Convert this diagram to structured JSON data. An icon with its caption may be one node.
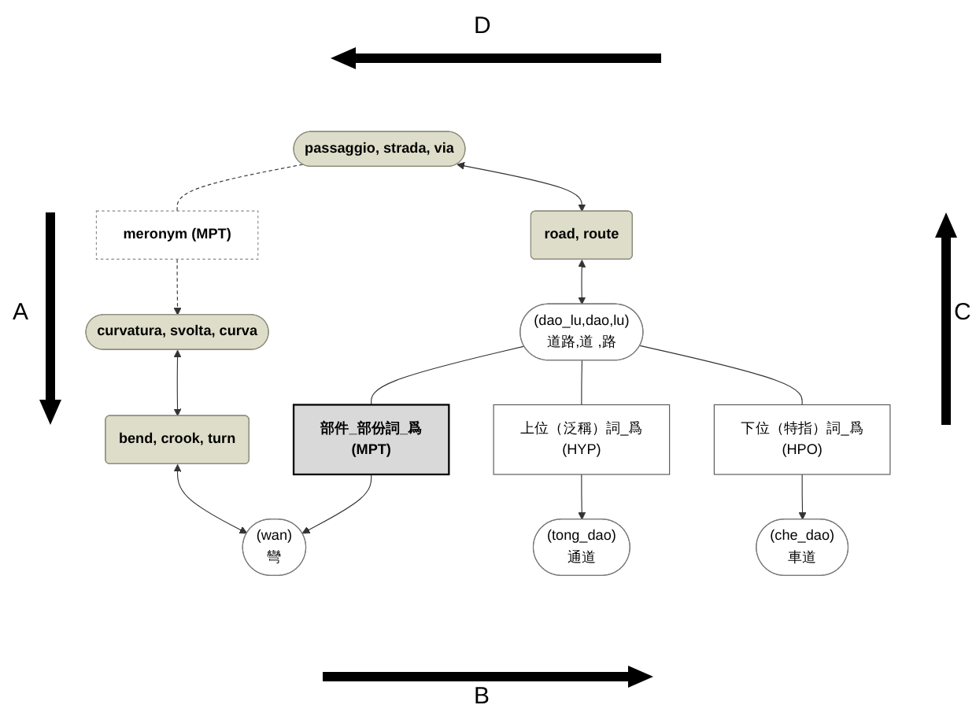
{
  "diagram": {
    "nodes": [
      {
        "text": [
          "passaggio, strada, via"
        ]
      },
      {
        "text": [
          "curvatura, svolta, curva"
        ]
      },
      {
        "text": [
          "meronym (MPT)"
        ]
      },
      {
        "text": [
          "road, route"
        ]
      },
      {
        "text": [
          "bend, crook, turn"
        ]
      },
      {
        "text": [
          "上位（泛稱）詞_爲",
          "(HYP)"
        ]
      },
      {
        "text": [
          "(tong_dao)",
          "通道"
        ]
      },
      {
        "text": [
          "(dao_lu,dao,lu)",
          "道路,道 ,路"
        ]
      },
      {
        "text": [
          "下位（特指）詞_爲",
          "(HPO)"
        ]
      },
      {
        "text": [
          "(che_dao)",
          "車道"
        ]
      },
      {
        "text": [
          "部件_部份詞_爲",
          "(MPT)"
        ]
      },
      {
        "text": [
          "(wan)",
          "彎"
        ]
      }
    ],
    "edges": [
      {
        "from": 0,
        "to": 2,
        "arrow": "none",
        "style": "dashed"
      },
      {
        "from": 2,
        "to": 1,
        "arrow": "to",
        "style": "dashed"
      },
      {
        "from": 0,
        "to": 3,
        "arrow": "both"
      },
      {
        "from": 3,
        "to": 7,
        "arrow": "both"
      },
      {
        "from": 1,
        "to": 4,
        "arrow": "both"
      },
      {
        "from": 4,
        "to": 11,
        "arrow": "both"
      },
      {
        "from": 7,
        "to": 5,
        "arrow": "none"
      },
      {
        "from": 5,
        "to": 6,
        "arrow": "to"
      },
      {
        "from": 7,
        "to": 8,
        "arrow": "none"
      },
      {
        "from": 8,
        "to": 9,
        "arrow": "to"
      },
      {
        "from": 7,
        "to": 10,
        "arrow": "none"
      },
      {
        "from": 10,
        "to": 11,
        "arrow": "to"
      }
    ],
    "labels": [
      "D",
      "A",
      "C",
      "B"
    ]
  }
}
